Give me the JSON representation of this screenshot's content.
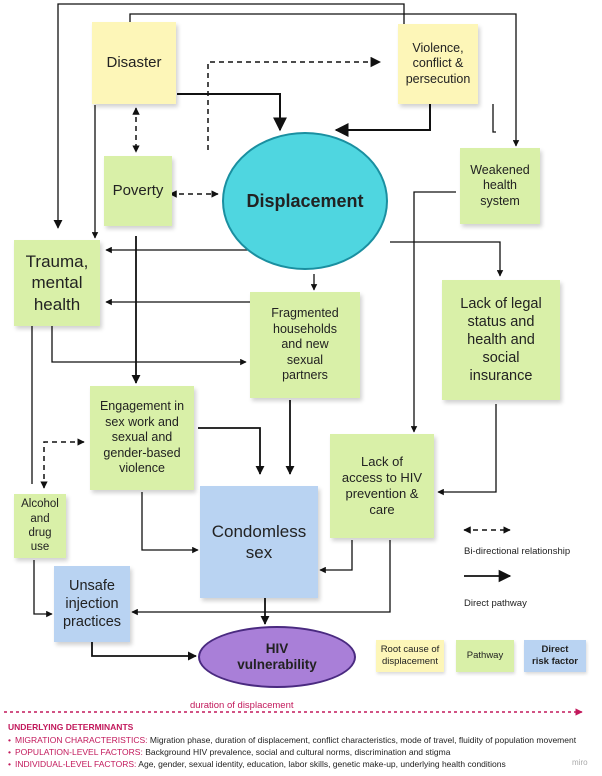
{
  "nodes": {
    "disaster": "Disaster",
    "violence": "Violence,\nconflict &\npersecution",
    "poverty": "Poverty",
    "displacement": "Displacement",
    "weakened": "Weakened\nhealth\nsystem",
    "trauma": "Trauma,\nmental\nhealth",
    "fragmented": "Fragmented\nhouseholds\nand new\nsexual\npartners",
    "legal": "Lack of legal\nstatus and\nhealth and\nsocial\ninsurance",
    "engagement": "Engagement in\nsex work and\nsexual and\ngender-based\nviolence",
    "lackaccess": "Lack of\naccess to HIV\nprevention &\ncare",
    "alcohol": "Alcohol\nand drug\nuse",
    "condomless": "Condomless\nsex",
    "unsafe": "Unsafe\ninjection\npractices",
    "hiv": "HIV\nvulnerability"
  },
  "legend": {
    "bidirectional": "Bi-directional relationship",
    "direct": "Direct pathway",
    "root_cause": "Root cause of\ndisplacement",
    "pathway": "Pathway",
    "direct_risk": "Direct\nrisk factor"
  },
  "duration_label": "duration of displacement",
  "determinants": {
    "heading": "UNDERLYING DETERMINANTS",
    "items": [
      {
        "key": "MIGRATION CHARACTERISTICS:",
        "text": "Migration phase, duration of displacement, conflict characteristics, mode of travel, fluidity of population movement"
      },
      {
        "key": "POPULATION-LEVEL FACTORS:",
        "text": "Background HIV prevalence, social and cultural norms, discrimination and stigma"
      },
      {
        "key": "INDIVIDUAL-LEVEL FACTORS:",
        "text": "Age, gender, sexual identity, education, labor skills, genetic make-up, underlying health conditions"
      }
    ]
  },
  "watermark": "miro",
  "colors": {
    "root_cause": "#fdf6b8",
    "pathway": "#d9f0a8",
    "direct_risk": "#b9d3f2",
    "displacement": "#4fd6e0",
    "hiv": "#a97fd8",
    "accent": "#c2185b"
  }
}
